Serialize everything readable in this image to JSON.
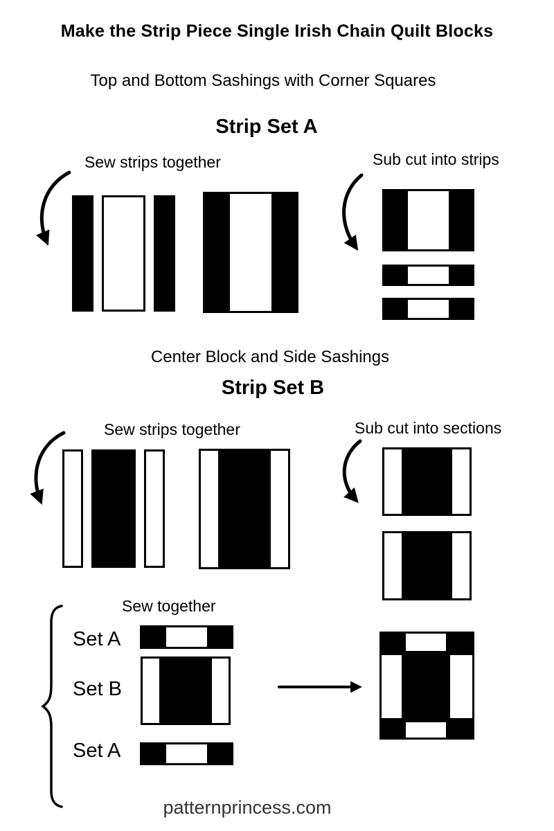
{
  "page": {
    "title": "Make the Strip Piece Single Irish Chain Quilt Blocks",
    "watermark": "patternprincess.com",
    "colors": {
      "fabric_dark": "#000000",
      "fabric_light": "#ffffff",
      "text": "#000000",
      "watermark_text": "#333333"
    },
    "icons": {
      "curved_arrow": "curved-arrow-down",
      "straight_arrow": "arrow-right",
      "brace": "left-curly-brace"
    }
  },
  "section_a": {
    "subtitle": "Top and Bottom Sashings with Corner Squares",
    "heading": "Strip Set A",
    "left_label": "Sew strips together",
    "right_label": "Sub cut into strips",
    "diagrams": {
      "loose_strips": [
        "black",
        "white",
        "black"
      ],
      "sewn_set": [
        "black",
        "white",
        "black"
      ],
      "subcut_block": [
        "black",
        "white",
        "black"
      ],
      "subcut_strip_1": [
        "black",
        "white",
        "black"
      ],
      "subcut_strip_2": [
        "black",
        "white",
        "black"
      ]
    }
  },
  "section_b": {
    "subtitle": "Center Block and Side Sashings",
    "heading": "Strip Set B",
    "left_label": "Sew strips together",
    "right_label": "Sub cut into sections",
    "diagrams": {
      "loose_strips": [
        "white",
        "black",
        "white"
      ],
      "sewn_set": [
        "white",
        "black",
        "white"
      ],
      "subcut_section_1": [
        "white",
        "black",
        "white"
      ],
      "subcut_section_2": [
        "white",
        "black",
        "white"
      ]
    }
  },
  "assembly": {
    "label": "Sew together",
    "rows": [
      {
        "label": "Set A",
        "pieces": [
          "black",
          "white",
          "black"
        ]
      },
      {
        "label": "Set B",
        "pieces": [
          "white",
          "black",
          "white"
        ]
      },
      {
        "label": "Set A",
        "pieces": [
          "black",
          "white",
          "black"
        ]
      }
    ],
    "final_block": {
      "rows": [
        [
          "black",
          "white",
          "black"
        ],
        [
          "white",
          "black",
          "white"
        ],
        [
          "black",
          "white",
          "black"
        ]
      ]
    }
  }
}
